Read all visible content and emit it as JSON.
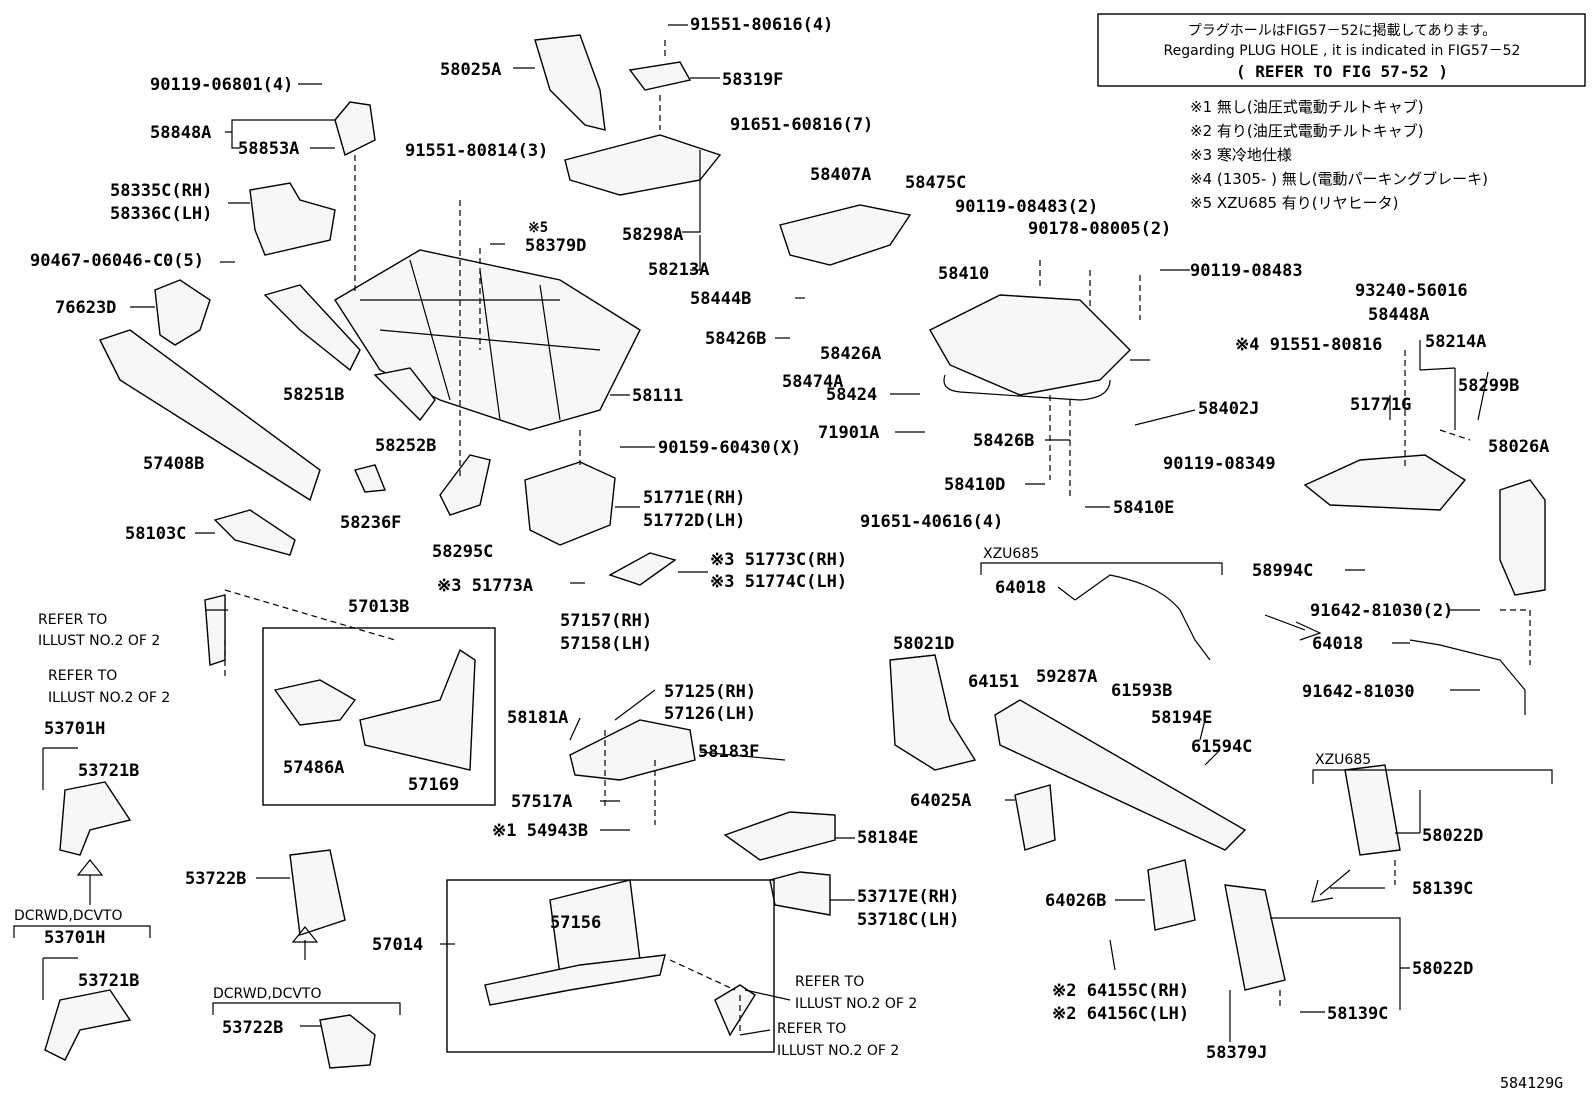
{
  "notice": {
    "line1": "プラグホールはFIG57－52に掲載してあります。",
    "line2": "Regarding PLUG HOLE , it is indicated in FIG57－52",
    "line3": "(      REFER TO FIG 57-52        )"
  },
  "notes": [
    "※1 無し(油圧式電動チルトキャブ)",
    "※2 有り(油圧式電動チルトキャブ)",
    "※3 寒冷地仕様",
    "※4 (1305-     ) 無し(電動パーキングブレーキ)",
    "※5 XZU685 有り(リヤヒータ)"
  ],
  "labels": {
    "l01": "58025A",
    "l02": "91551-80616(4)",
    "l03": "58319F",
    "l04": "90119-06801(4)",
    "l05": "58848A",
    "l06": "58853A",
    "l07": "91551-80814(3)",
    "l08": "91651-60816(7)",
    "l09": "58407A",
    "l10": "58475C",
    "l11": "58335C(RH)",
    "l12": "58336C(LH)",
    "l13": "※5",
    "l14": "58379D",
    "l15": "58298A",
    "l16": "90119-08483(2)",
    "l17": "90178-08005(2)",
    "l18": "90467-06046-C0(5)",
    "l19": "58213A",
    "l20": "58410",
    "l21": "90119-08483",
    "l22": "93240-56016",
    "l23": "76623D",
    "l24": "58444B",
    "l25": "58448A",
    "l26": "58426B",
    "l27": "58426A",
    "l28": "※4 91551-80816",
    "l29": "58214A",
    "l30": "58251B",
    "l31": "58474A",
    "l32": "58424",
    "l33": "58111",
    "l34": "58299B",
    "l35": "58402J",
    "l36": "51771G",
    "l37": "71901A",
    "l38": "58252B",
    "l39": "58426B",
    "l40": "90159-60430(X)",
    "l41": "58026A",
    "l42": "57408B",
    "l43": "90119-08349",
    "l44": "58410D",
    "l45": "51771E(RH)",
    "l46": "51772D(LH)",
    "l47": "58236F",
    "l48": "58410E",
    "l49": "58103C",
    "l50": "91651-40616(4)",
    "l51": "58295C",
    "l52": "※3 51773C(RH)",
    "l53": "※3 51774C(LH)",
    "l54": "XZU685",
    "l55": "58994C",
    "l56": "※3 51773A",
    "l57": "64018",
    "l58": "91642-81030(2)",
    "l59": "57013B",
    "l60": "REFER TO",
    "l61": "ILLUST NO.2 OF 2",
    "l62": "57157(RH)",
    "l63": "57158(LH)",
    "l64": "64018",
    "l65": "REFER TO",
    "l66": "ILLUST NO.2 OF 2",
    "l67": "58021D",
    "l68": "64151",
    "l69": "59287A",
    "l70": "61593B",
    "l71": "91642-81030",
    "l72": "57125(RH)",
    "l73": "57126(LH)",
    "l74": "53701H",
    "l75": "58181A",
    "l76": "58194E",
    "l77": "53721B",
    "l78": "58183F",
    "l79": "61594C",
    "l80": "XZU685",
    "l81": "57486A",
    "l82": "57169",
    "l83": "57517A",
    "l84": "64025A",
    "l85": "※1 54943B",
    "l86": "58184E",
    "l87": "58022D",
    "l88": "53722B",
    "l89": "58139C",
    "l90": "53717E(RH)",
    "l91": "53718C(LH)",
    "l92": "DCRWD,DCVTO",
    "l93": "53701H",
    "l94": "57156",
    "l95": "64026B",
    "l96": "57014",
    "l97": "53721B",
    "l98": "REFER TO",
    "l99": "ILLUST NO.2 OF 2",
    "l100": "58022D",
    "l101": "DCRWD,DCVTO",
    "l102": "※2 64155C(RH)",
    "l103": "※2 64156C(LH)",
    "l104": "REFER TO",
    "l105": "ILLUST NO.2 OF 2",
    "l106": "53722B",
    "l107": "58139C",
    "l108": "58379J",
    "l109": "584129G"
  }
}
